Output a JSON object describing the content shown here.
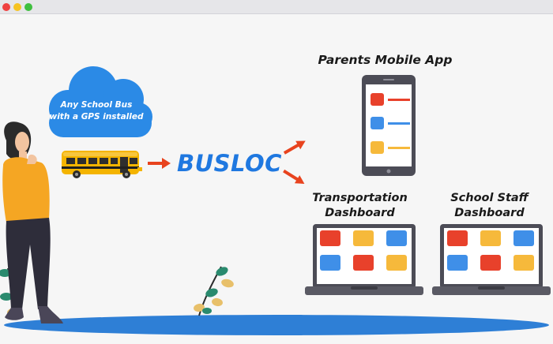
{
  "window": {
    "controls": [
      "close",
      "minimize",
      "maximize"
    ],
    "control_colors": {
      "close": "#ef4040",
      "minimize": "#f6c322",
      "maximize": "#3fbf3f"
    }
  },
  "cloud": {
    "line1": "Any School Bus",
    "line2": "with a GPS installed",
    "color": "#2b8ae6"
  },
  "hub": {
    "label": "BUSLOC",
    "color": "#1f78e0"
  },
  "arrow_color": "#e8431e",
  "outputs": {
    "parents_app": {
      "title": "Parents Mobile App"
    },
    "transportation": {
      "line1": "Transportation",
      "line2": "Dashboard"
    },
    "school_staff": {
      "line1": "School Staff",
      "line2": "Dashboard"
    }
  },
  "tile_colors": {
    "red": "#e8412b",
    "yellow": "#f6b93b",
    "blue": "#3f8fe8"
  },
  "icons": [
    "person-illustration",
    "school-bus-icon",
    "cloud-icon",
    "mobile-phone-icon",
    "laptop-icon",
    "plant-icon"
  ]
}
